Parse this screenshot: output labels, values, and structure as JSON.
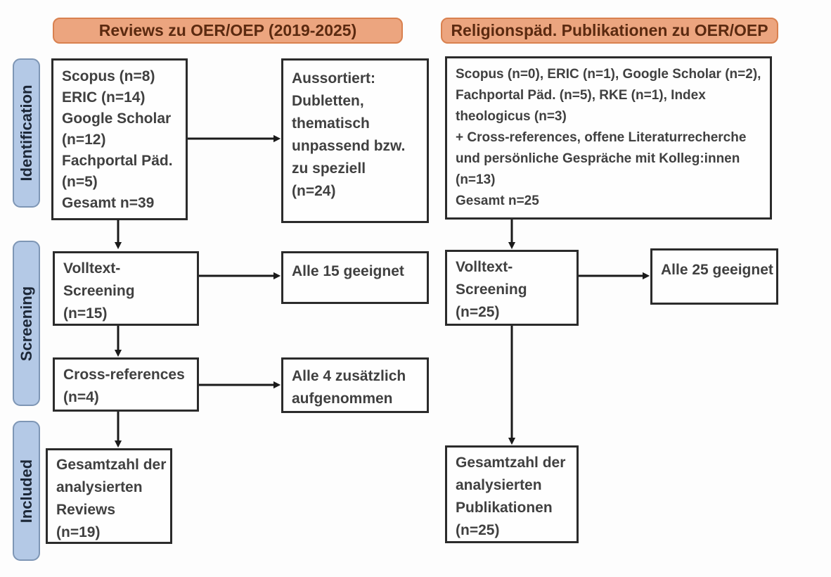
{
  "diagram_title": "PRISMA-style literature flow diagram",
  "colors": {
    "header_fill": "#eca57f",
    "header_border": "#d9814f",
    "header_text": "#5b2a10",
    "stage_fill": "#b4c9e6",
    "stage_border": "#7e96b5",
    "stage_text": "#1c2737",
    "box_border": "#2b2b2b",
    "box_text": "#404040",
    "arrow": "#1a1a1a"
  },
  "headers": {
    "left": "Reviews zu OER/OEP (2019-2025)",
    "right": "Religionspäd. Publikationen zu OER/OEP"
  },
  "stages": {
    "identification": "Identification",
    "screening": "Screening",
    "included": "Included"
  },
  "boxes": {
    "left_sources": {
      "lines": [
        "Scopus (n=8)",
        "ERIC (n=14)",
        "Google Scholar",
        "(n=12)",
        "Fachportal Päd.",
        "(n=5)",
        "Gesamt n=39"
      ]
    },
    "left_excluded": {
      "lines": [
        "Aussortiert:",
        "Dubletten,",
        "thematisch",
        "unpassend bzw.",
        "zu speziell",
        "(n=24)"
      ]
    },
    "right_sources": {
      "lines": [
        "Scopus (n=0), ERIC (n=1), Google Scholar (n=2),",
        "Fachportal Päd. (n=5), RKE (n=1), Index",
        "theologicus (n=3)",
        "+ Cross-references, offene Literaturrecherche",
        "und persönliche Gespräche mit Kolleg:innen",
        "(n=13)",
        "Gesamt n=25"
      ]
    },
    "left_fulltext": {
      "lines": [
        "Volltext-",
        "Screening",
        "(n=15)"
      ]
    },
    "left_eligible": {
      "lines": [
        "Alle 15 geeignet"
      ]
    },
    "left_crossref": {
      "lines": [
        "Cross-references",
        "(n=4)"
      ]
    },
    "left_added": {
      "lines": [
        "Alle 4 zusätzlich",
        "aufgenommen"
      ]
    },
    "right_fulltext": {
      "lines": [
        "Volltext-",
        "Screening",
        "(n=25)"
      ]
    },
    "right_eligible": {
      "lines": [
        "Alle 25 geeignet"
      ]
    },
    "left_included": {
      "lines": [
        "Gesamtzahl der",
        "analysierten",
        "Reviews",
        "(n=19)"
      ]
    },
    "right_included": {
      "lines": [
        "Gesamtzahl der",
        "analysierten",
        "Publikationen",
        "(n=25)"
      ]
    }
  },
  "edges": [
    {
      "from": "left_sources",
      "to": "left_excluded"
    },
    {
      "from": "left_sources",
      "to": "left_fulltext"
    },
    {
      "from": "left_fulltext",
      "to": "left_eligible"
    },
    {
      "from": "left_fulltext",
      "to": "left_crossref"
    },
    {
      "from": "left_crossref",
      "to": "left_added"
    },
    {
      "from": "left_crossref",
      "to": "left_included"
    },
    {
      "from": "right_sources",
      "to": "right_fulltext"
    },
    {
      "from": "right_fulltext",
      "to": "right_eligible"
    },
    {
      "from": "right_fulltext",
      "to": "right_included"
    }
  ]
}
